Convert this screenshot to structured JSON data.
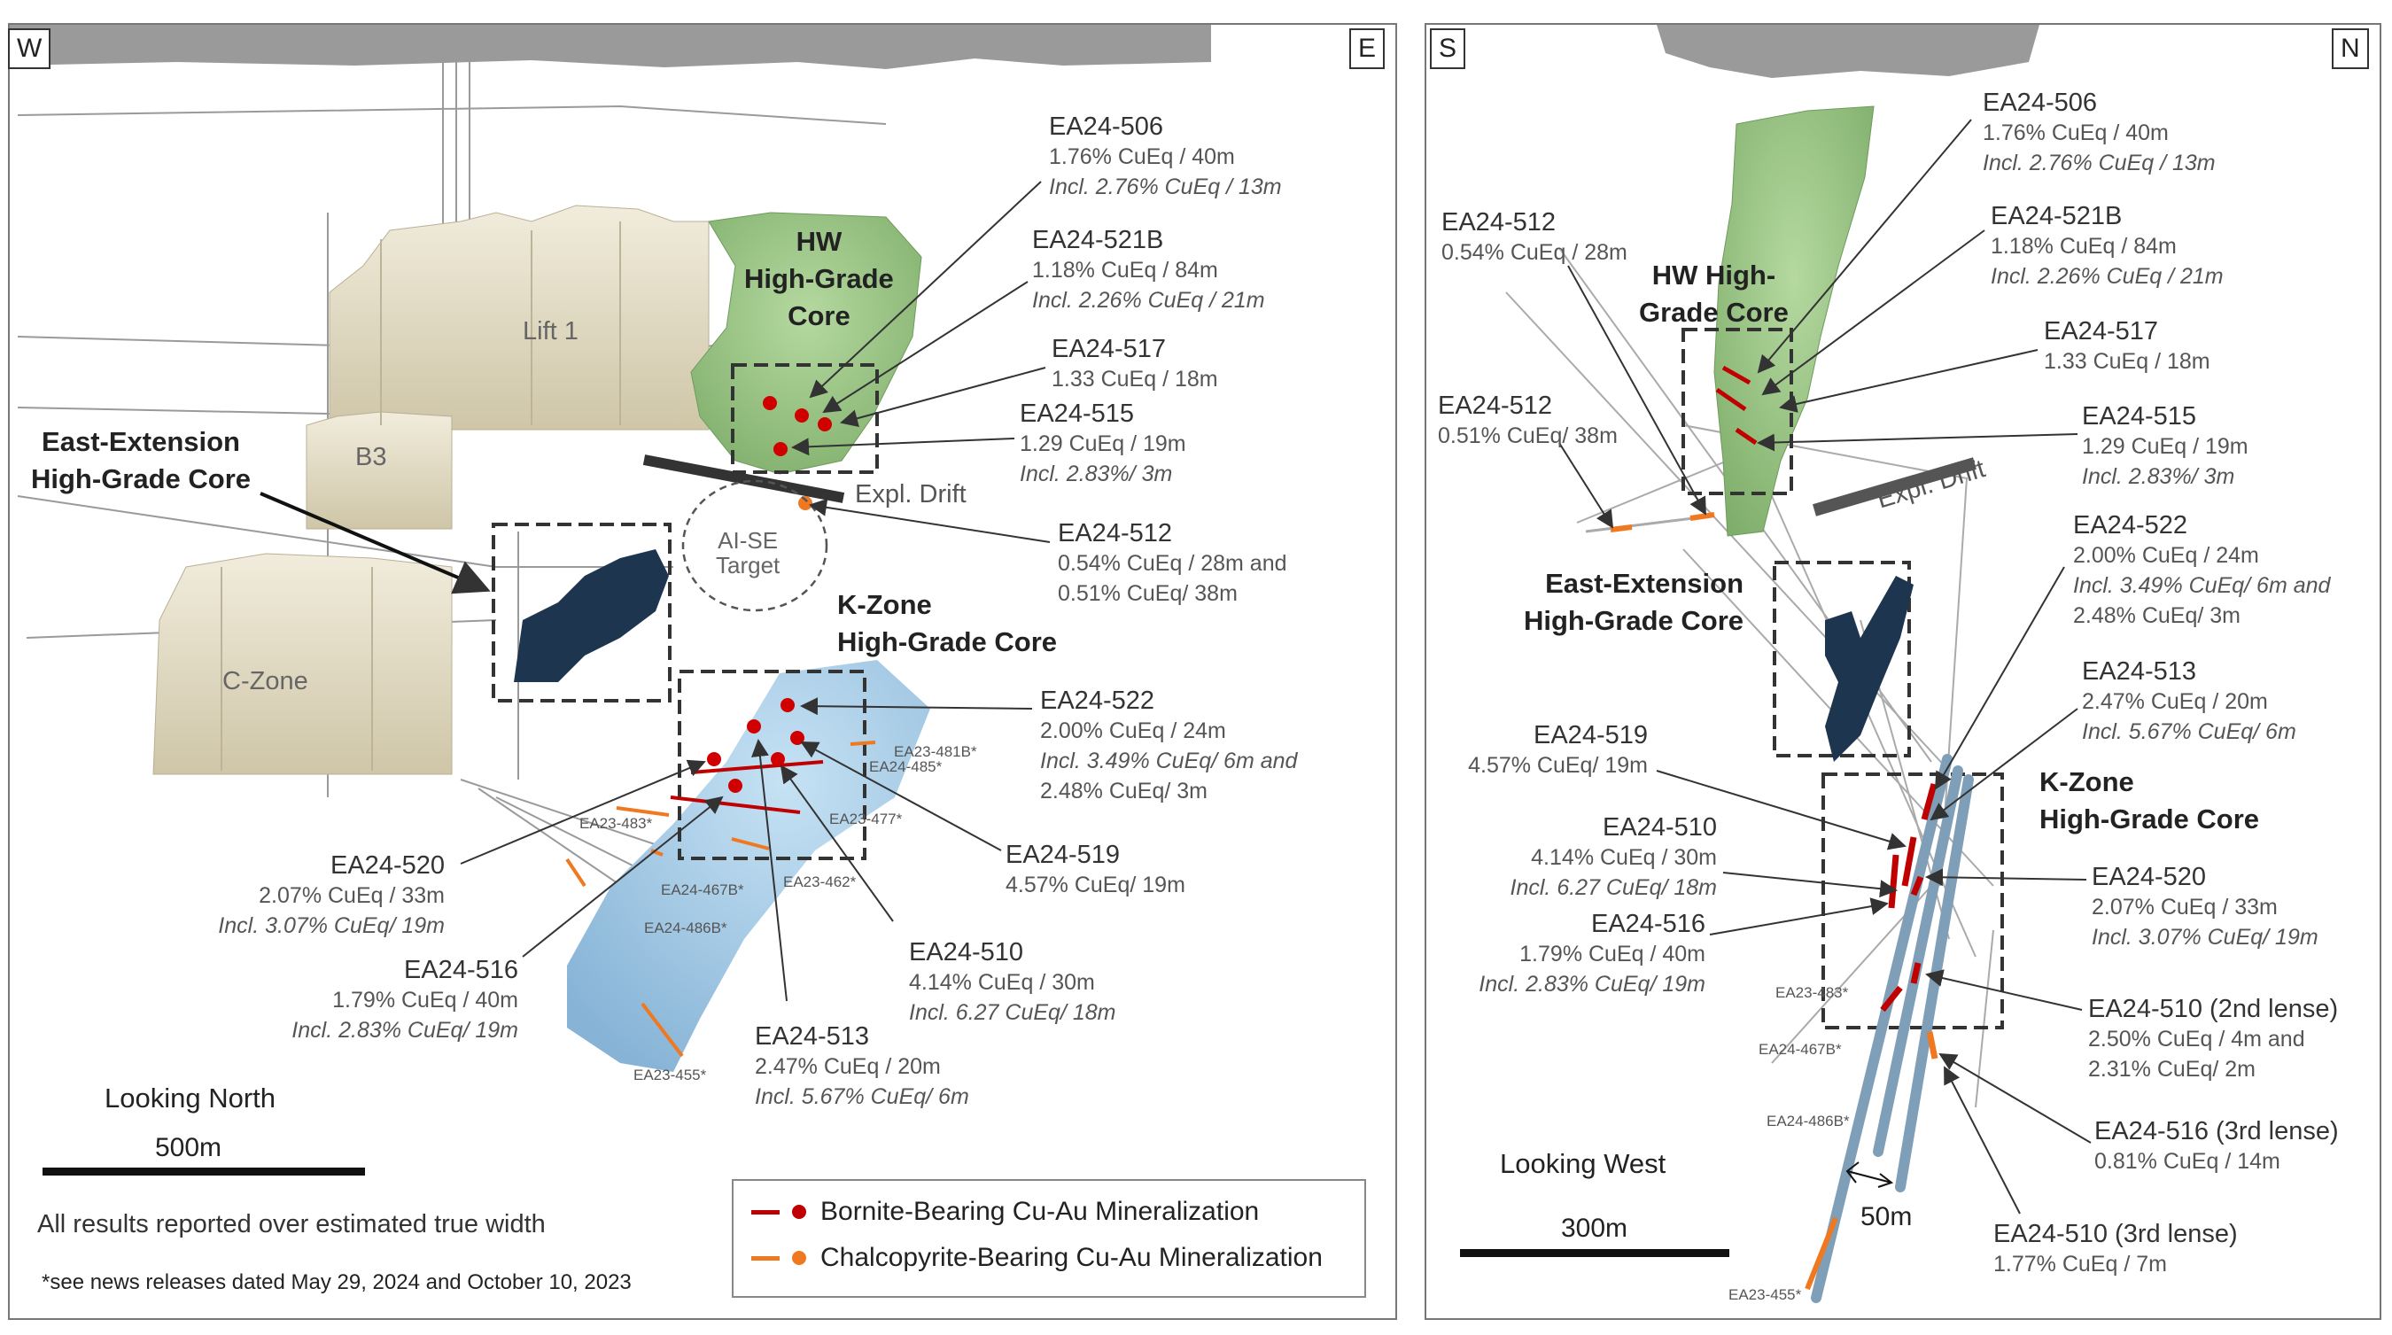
{
  "colors": {
    "bornite": "#c00000",
    "chalcopyrite": "#f07820",
    "hw_core": "#8fbf7a",
    "kzone": "#9cc3e0",
    "east_ext": "#1e3550",
    "host": "#e6dfc8"
  },
  "left_panel": {
    "corner_west": "W",
    "corner_east": "E",
    "zones": {
      "hw": "HW\nHigh-Grade\nCore",
      "east_ext": "East-Extension\nHigh-Grade Core",
      "kzone": "K-Zone\nHigh-Grade Core",
      "target": "AI-SE\nTarget",
      "expl_drift": "Expl. Drift"
    },
    "models": {
      "lift1": "Lift 1",
      "b3": "B3",
      "czone": "C-Zone"
    },
    "callouts": [
      {
        "hole": "EA24-506",
        "lines": [
          "1.76% CuEq / 40m",
          "Incl. 2.76% CuEq / 13m"
        ]
      },
      {
        "hole": "EA24-521B",
        "lines": [
          "1.18% CuEq / 84m",
          "Incl. 2.26% CuEq / 21m"
        ]
      },
      {
        "hole": "EA24-517",
        "lines": [
          "1.33 CuEq / 18m"
        ]
      },
      {
        "hole": "EA24-515",
        "lines": [
          "1.29 CuEq / 19m",
          "Incl. 2.83%/ 3m"
        ]
      },
      {
        "hole": "EA24-512",
        "lines": [
          "0.54% CuEq / 28m and",
          "0.51% CuEq/ 38m"
        ]
      },
      {
        "hole": "EA24-522",
        "lines": [
          "2.00% CuEq / 24m",
          "Incl. 3.49% CuEq/ 6m and",
          "2.48% CuEq/ 3m"
        ]
      },
      {
        "hole": "EA24-519",
        "lines": [
          "4.57% CuEq/ 19m"
        ]
      },
      {
        "hole": "EA24-520",
        "lines": [
          "2.07% CuEq / 33m",
          "Incl. 3.07% CuEq/ 19m"
        ]
      },
      {
        "hole": "EA24-516",
        "lines": [
          "1.79% CuEq / 40m",
          "Incl. 2.83% CuEq/ 19m"
        ]
      },
      {
        "hole": "EA24-510",
        "lines": [
          "4.14% CuEq / 30m",
          "Incl. 6.27 CuEq/ 18m"
        ]
      },
      {
        "hole": "EA24-513",
        "lines": [
          "2.47% CuEq / 20m",
          "Incl. 5.67% CuEq/ 6m"
        ]
      }
    ],
    "historic_holes": [
      "EA23-481B*",
      "EA24-485*",
      "EA23-477*",
      "EA23-483*",
      "EA23-462*",
      "EA24-467B*",
      "EA24-486B*",
      "EA23-455*"
    ],
    "view": "Looking North",
    "scale": "500m",
    "note": "All results reported over estimated true width",
    "footnote": "*see news releases dated May 29, 2024 and October 10, 2023"
  },
  "legend": {
    "bornite": "Bornite-Bearing Cu-Au Mineralization",
    "chalcopyrite": "Chalcopyrite-Bearing Cu-Au Mineralization"
  },
  "right_panel": {
    "corner_south": "S",
    "corner_north": "N",
    "zones": {
      "hw": "HW High-\nGrade Core",
      "east_ext": "East-Extension\nHigh-Grade Core",
      "kzone": "K-Zone\nHigh-Grade Core",
      "expl_drift": "Expl. Drift"
    },
    "callouts": [
      {
        "hole": "EA24-506",
        "lines": [
          "1.76% CuEq / 40m",
          "Incl. 2.76% CuEq / 13m"
        ]
      },
      {
        "hole": "EA24-512",
        "lines": [
          "0.54% CuEq / 28m"
        ]
      },
      {
        "hole": "EA24-521B",
        "lines": [
          "1.18% CuEq / 84m",
          "Incl. 2.26% CuEq / 21m"
        ]
      },
      {
        "hole": "EA24-517",
        "lines": [
          "1.33 CuEq / 18m"
        ]
      },
      {
        "hole": "EA24-512",
        "lines": [
          "0.51% CuEq/ 38m"
        ]
      },
      {
        "hole": "EA24-515",
        "lines": [
          "1.29 CuEq / 19m",
          "Incl. 2.83%/ 3m"
        ]
      },
      {
        "hole": "EA24-522",
        "lines": [
          "2.00% CuEq / 24m",
          "Incl. 3.49% CuEq/ 6m and",
          "2.48% CuEq/ 3m"
        ]
      },
      {
        "hole": "EA24-513",
        "lines": [
          "2.47% CuEq / 20m",
          "Incl. 5.67% CuEq/ 6m"
        ]
      },
      {
        "hole": "EA24-519",
        "lines": [
          "4.57% CuEq/ 19m"
        ]
      },
      {
        "hole": "EA24-510",
        "lines": [
          "4.14% CuEq / 30m",
          "Incl. 6.27 CuEq/ 18m"
        ]
      },
      {
        "hole": "EA24-520",
        "lines": [
          "2.07% CuEq / 33m",
          "Incl. 3.07% CuEq/ 19m"
        ]
      },
      {
        "hole": "EA24-516",
        "lines": [
          "1.79% CuEq / 40m",
          "Incl. 2.83% CuEq/ 19m"
        ]
      },
      {
        "hole": "EA24-510 (2nd lense)",
        "lines": [
          "2.50% CuEq / 4m and",
          "2.31% CuEq/ 2m"
        ]
      },
      {
        "hole": "EA24-516 (3rd lense)",
        "lines": [
          "0.81% CuEq / 14m"
        ]
      },
      {
        "hole": "EA24-510 (3rd lense)",
        "lines": [
          "1.77% CuEq / 7m"
        ]
      }
    ],
    "historic_holes": [
      "EA23-483*",
      "EA24-467B*",
      "EA24-486B*",
      "EA23-455*"
    ],
    "view": "Looking West",
    "scale": "300m",
    "spacing": "50m"
  }
}
